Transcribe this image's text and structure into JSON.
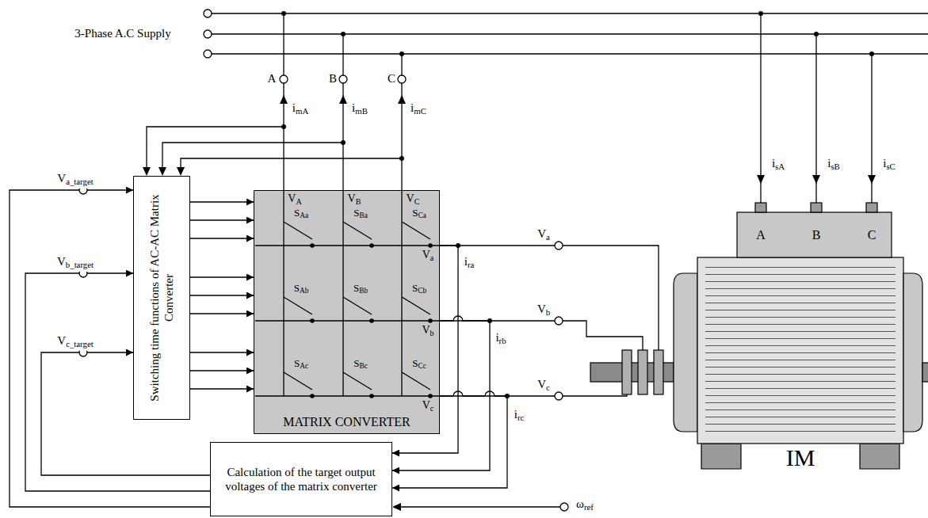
{
  "diagram": {
    "nodes": [
      {
        "text": [
          "Switching time functions of AC-AC Matrix Converter"
        ]
      },
      {
        "text": [
          "MATRIX CONVERTER"
        ]
      },
      {
        "text": [
          "Calculation of the target output voltages of the matrix converter"
        ]
      }
    ],
    "edges": [
      {
        "from": 0,
        "to": 1,
        "arrow": "to"
      },
      {
        "from": 0,
        "to": 1,
        "arrow": "to"
      },
      {
        "from": 0,
        "to": 1,
        "arrow": "to"
      },
      {
        "from": 0,
        "to": 1,
        "arrow": "to"
      },
      {
        "from": 0,
        "to": 1,
        "arrow": "to"
      },
      {
        "from": 0,
        "to": 1,
        "arrow": "to"
      },
      {
        "from": 0,
        "to": 1,
        "arrow": "to"
      },
      {
        "from": 0,
        "to": 1,
        "arrow": "to"
      },
      {
        "from": 0,
        "to": 1,
        "arrow": "to"
      },
      {
        "from": 1,
        "to": 2,
        "label": "ira",
        "arrow": "to"
      },
      {
        "from": 1,
        "to": 2,
        "label": "irb",
        "arrow": "to"
      },
      {
        "from": 1,
        "to": 2,
        "label": "irc",
        "arrow": "to"
      },
      {
        "from": 2,
        "to": 0,
        "label": "Va_target",
        "arrow": "to"
      },
      {
        "from": 2,
        "to": 0,
        "label": "Vb_target",
        "arrow": "to"
      },
      {
        "from": 2,
        "to": 0,
        "label": "Vc_target",
        "arrow": "to"
      }
    ],
    "labels": [
      "3-Phase A.C Supply",
      "A",
      "B",
      "C",
      "imA",
      "imB",
      "imC",
      "isA",
      "isB",
      "isC",
      "VA",
      "VB",
      "VC",
      "SAa",
      "SBa",
      "SCa",
      "Va",
      "SAb",
      "SBb",
      "SCb",
      "Vb",
      "SAc",
      "SBc",
      "SCc",
      "Vc",
      "Va",
      "Vb",
      "Vc",
      "A",
      "B",
      "C",
      "IM",
      "ωref"
    ]
  }
}
